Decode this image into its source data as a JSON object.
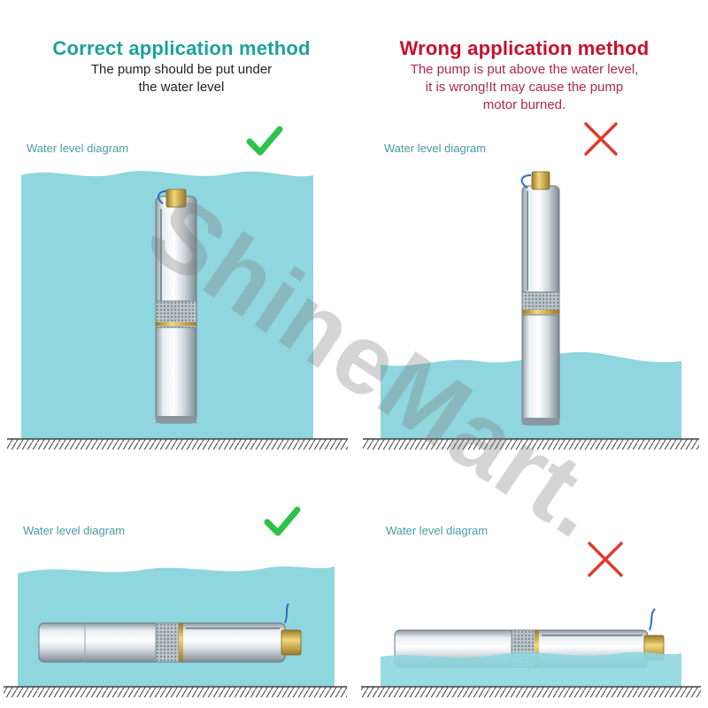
{
  "correct": {
    "title": "Correct application method",
    "line1": "The pump should be put under",
    "line2": "the water level"
  },
  "wrong": {
    "title": "Wrong application method",
    "line1": "The pump is put above the water level,",
    "line2": "it is wrong!It may cause the pump",
    "line3": "motor burned."
  },
  "panels": {
    "top_left_label": "Water level diagram",
    "top_right_label": "Water level diagram",
    "bottom_left_label": "Water level diagram",
    "bottom_right_label": "Water level diagram"
  },
  "watermark": "ShineMart.",
  "colors": {
    "correct_title": "#1aa39a",
    "wrong_title": "#c8102e",
    "water": "#8fd6df",
    "check": "#2ec24a",
    "cross": "#e0392b"
  },
  "icons": [
    "check-icon",
    "cross-icon",
    "pump-illustration",
    "ground-hatch"
  ]
}
